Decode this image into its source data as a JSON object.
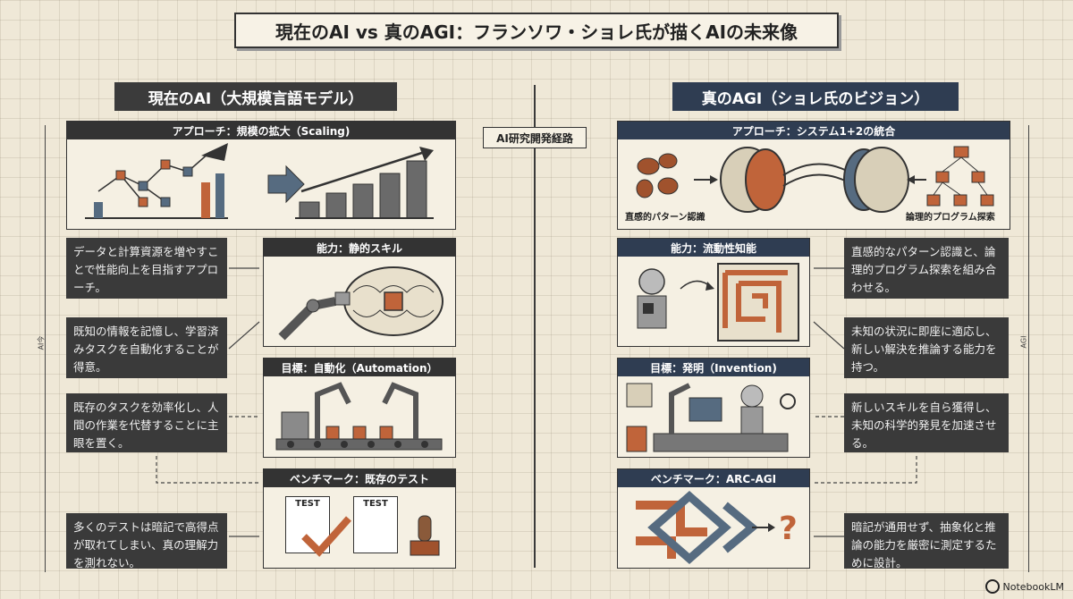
{
  "title": "現在のAI vs 真のAGI：フランソワ・ショレ氏が描くAIの未来像",
  "left": {
    "heading": "現在のAI（大規模言語モデル）",
    "dim_label": "AI今",
    "approach": {
      "header": "アプローチ：規模の拡大（Scaling)",
      "desc": "データと計算資源を増やすことで性能向上を目指すアプローチ。"
    },
    "ability": {
      "header": "能力：静的スキル",
      "desc": "既知の情報を記憶し、学習済みタスクを自動化することが得意。"
    },
    "goal": {
      "header": "目標：自動化（Automation）",
      "desc": "既存のタスクを効率化し、人間の作業を代替することに主眼を置く。"
    },
    "benchmark": {
      "header": "ベンチマーク：既存のテスト",
      "test_label": "TEST",
      "desc": "多くのテストは暗記で高得点が取れてしまい、真の理解力を測れない。"
    }
  },
  "center_label": "AI研究開発経路",
  "right": {
    "heading": "真のAGI（ショレ氏のビジョン）",
    "dim_label": "AGI",
    "approach": {
      "header": "アプローチ：システム1+2の統合",
      "left_caption": "直感的パターン認識",
      "right_caption": "論理的プログラム探索",
      "desc": "直感的なパターン認識と、論理的プログラム探索を組み合わせる。"
    },
    "ability": {
      "header": "能力：流動性知能",
      "desc": "未知の状況に即座に適応し、新しい解決を推論する能力を持つ。"
    },
    "goal": {
      "header": "目標：発明（Invention)",
      "desc": "新しいスキルを自ら獲得し、未知の科学的発見を加速させる。"
    },
    "benchmark": {
      "header": "ベンチマーク：ARC-AGI",
      "desc": "暗記が通用せず、抽象化と推論の能力を厳密に測定するために設計。"
    }
  },
  "branding": "NotebookLM",
  "colors": {
    "left_accent": "#3b3b3b",
    "right_accent": "#2f3d52",
    "orange": "#c0643a",
    "slate": "#566b80"
  }
}
